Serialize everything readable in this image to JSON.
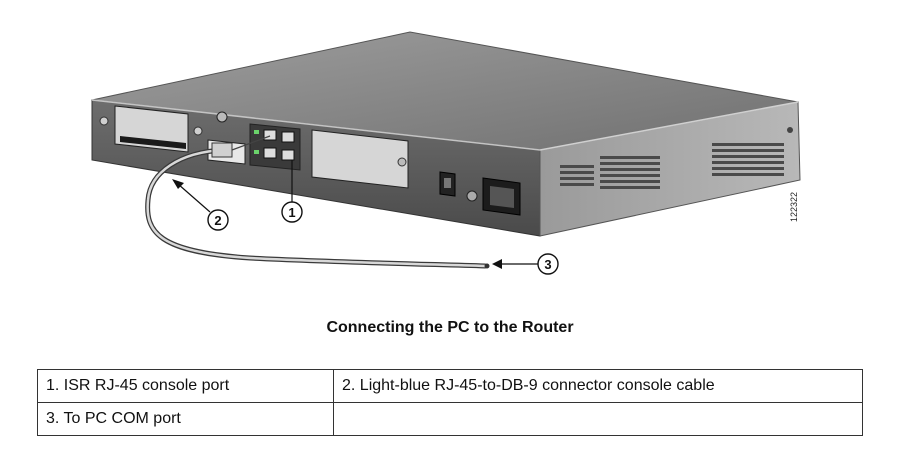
{
  "figure": {
    "figure_id": "122322",
    "callouts": [
      "1",
      "2",
      "3"
    ]
  },
  "caption": "Connecting the PC to the Router",
  "legend": {
    "rows": [
      [
        "1. ISR RJ-45 console port",
        "2. Light-blue RJ-45-to-DB-9 connector console cable"
      ],
      [
        "3. To PC COM port",
        ""
      ]
    ]
  }
}
